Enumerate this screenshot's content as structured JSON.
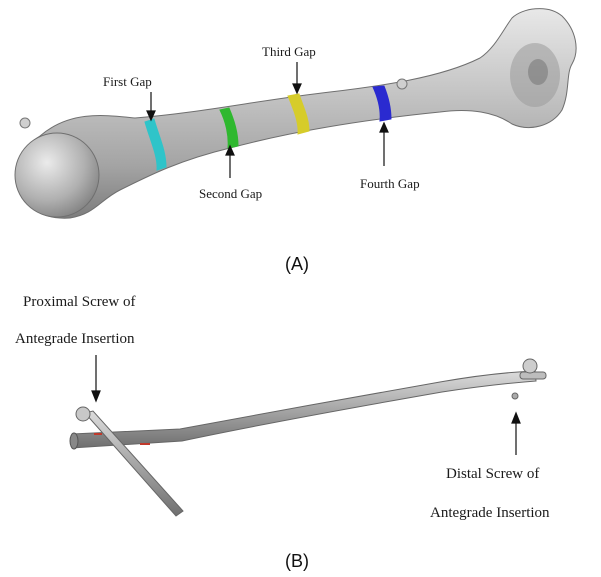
{
  "panel_a": {
    "caption": "(A)",
    "labels": {
      "first_gap": "First Gap",
      "second_gap": "Second Gap",
      "third_gap": "Third Gap",
      "fourth_gap": "Fourth Gap"
    },
    "colors": {
      "bone": "#a3a3a3",
      "first_gap": "#2fc4c9",
      "second_gap": "#2fb82f",
      "third_gap": "#d6cc2a",
      "fourth_gap": "#2a2ad0"
    }
  },
  "panel_b": {
    "caption": "(B)",
    "proximal_label": [
      "Proximal Screw of",
      "Antegrade Insertion"
    ],
    "distal_label": [
      "Distal Screw of",
      "Antegrade Insertion"
    ],
    "colors": {
      "nail": "#9e9e9e",
      "tip_mark": "#c0392b"
    }
  }
}
